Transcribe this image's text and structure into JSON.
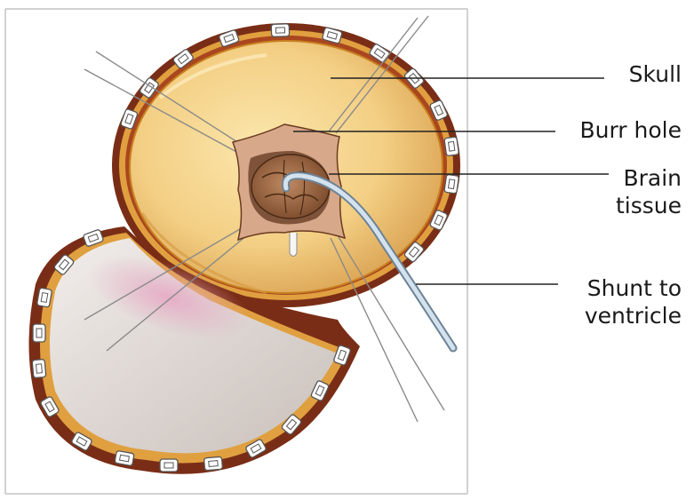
{
  "labels": {
    "skull": "Skull",
    "burr_hole": "Burr hole",
    "brain_tissue": [
      "Brain",
      "tissue"
    ],
    "shunt": [
      "Shunt to",
      "ventricle"
    ]
  },
  "colors": {
    "skull_fill": "#f3cf84",
    "skull_edge": "#c8801f",
    "scalp_outer": "#7a2d16",
    "scalp_fat": "#e0a040",
    "flap_fill": "#e6e0dc",
    "flap_pink": "#e6a8c4",
    "brain": "#a66a44",
    "burr_membrane": "#d8a88a",
    "shunt_tube": "#b7c9d8",
    "clip": "#ffffff",
    "leader_line": "#222222",
    "frame_line": "#bdbdbd"
  },
  "icons": [
    "skin-clip-icon",
    "retractor-wire-icon"
  ]
}
